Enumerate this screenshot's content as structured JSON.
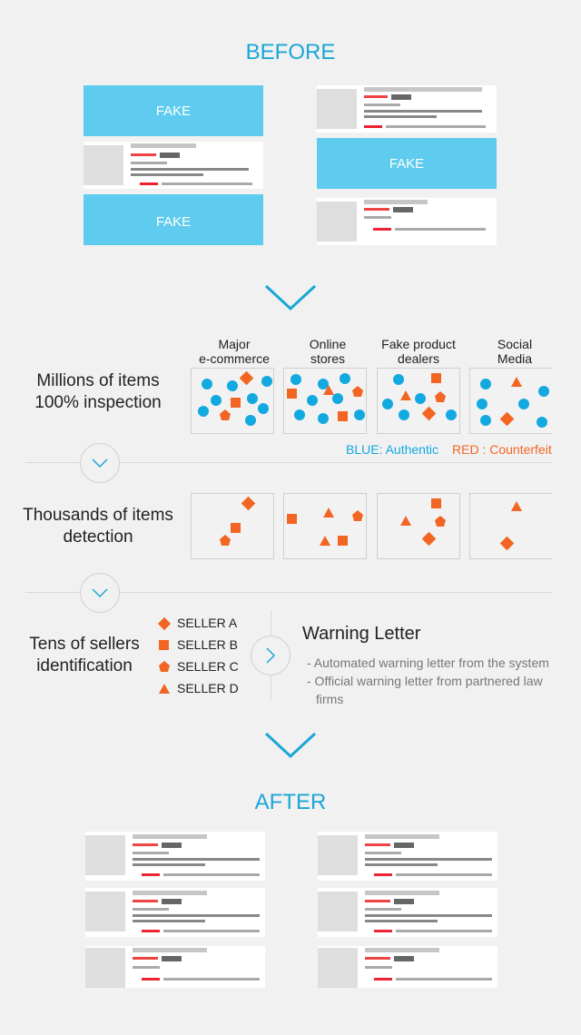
{
  "before_title": "BEFORE",
  "after_title": "AFTER",
  "fake_label": "FAKE",
  "columns": [
    {
      "l1": "Major",
      "l2": "e-commerce"
    },
    {
      "l1": "Online",
      "l2": "stores"
    },
    {
      "l1": "Fake product",
      "l2": "dealers"
    },
    {
      "l1": "Social",
      "l2": "Media"
    }
  ],
  "stage1": {
    "l1": "Millions of items",
    "l2": "100% inspection"
  },
  "stage2": {
    "l1": "Thousands of items",
    "l2": "detection"
  },
  "stage3": {
    "l1": "Tens of sellers",
    "l2": "identification"
  },
  "legend": {
    "blue": "BLUE: Authentic",
    "red": "RED : Counterfeit"
  },
  "sellers": [
    "SELLER A",
    "SELLER B",
    "SELLER C",
    "SELLER D"
  ],
  "warning": {
    "title": "Warning Letter",
    "line1": "- Automated warning letter from the system",
    "line2": "- Official warning letter from partnered law",
    "line3": "firms"
  },
  "colors": {
    "blue": "#12a9e0",
    "red": "#f26522",
    "accent": "#1aa7d6"
  },
  "icons": {
    "seller_a": "diamond",
    "seller_b": "square",
    "seller_c": "pentagon",
    "seller_d": "triangle"
  }
}
